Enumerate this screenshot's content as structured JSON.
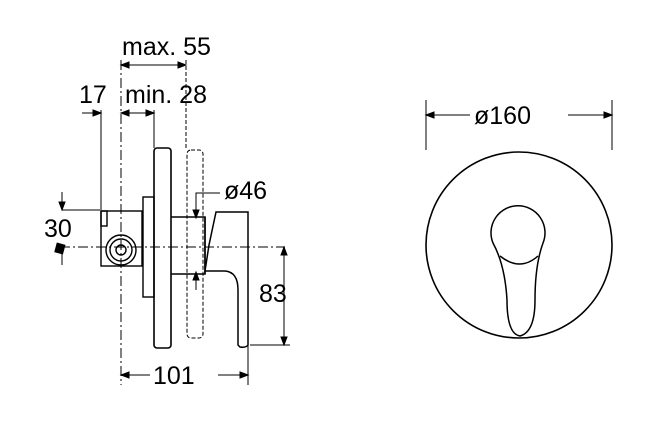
{
  "dimensions": {
    "max_depth": "max. 55",
    "min_depth": "min. 28",
    "offset": "17",
    "body_offset": "30",
    "escutcheon_opening": "ø46",
    "handle_drop": "83",
    "total_depth": "101",
    "plate_diameter": "ø160"
  }
}
